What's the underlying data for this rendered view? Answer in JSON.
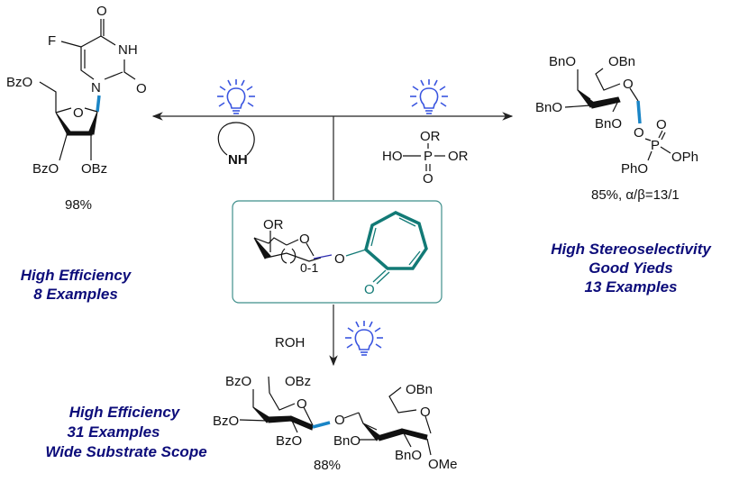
{
  "scheme": {
    "colors": {
      "highlight_bond": "#1a85c6",
      "tropolone": "#127a76",
      "bulb": "#3a55e0",
      "notes": "#0c0c7a"
    },
    "center": {
      "substituent_top": "OR",
      "ring_size_label": "0-1",
      "ring_O": "O",
      "link_O": "O",
      "carbonyl_O": "O"
    },
    "left_branch": {
      "reagent_label": "NH",
      "condition_icon": "light-bulb-icon",
      "product_labels": {
        "F": "F",
        "O_top": "O",
        "NH": "NH",
        "O_right": "O",
        "N": "N",
        "ring_O": "O",
        "BzO_top": "BzO",
        "BzO_bottom": "BzO",
        "OBz": "OBz"
      },
      "yield": "98%",
      "notes": [
        "High Efficiency",
        "8 Examples"
      ]
    },
    "right_branch": {
      "reagent_labels": {
        "OR_top": "OR",
        "HO": "HO",
        "P": "P",
        "OR_right": "OR",
        "O_bottom": "O"
      },
      "condition_icon": "light-bulb-icon",
      "product_labels": {
        "BnO_top": "BnO",
        "OBn": "OBn",
        "ring_O": "O",
        "BnO_mid": "BnO",
        "BnO_low": "BnO",
        "O_link": "O",
        "P": "P",
        "O_dbl": "O",
        "PhO": "PhO",
        "OPh": "OPh"
      },
      "yield": "85%, α/β=13/1",
      "notes": [
        "High Stereoselectivity",
        "Good Yieds",
        "13 Examples"
      ]
    },
    "bottom_branch": {
      "reagent_label": "ROH",
      "condition_icon": "light-bulb-icon",
      "product_labels": {
        "BzO_top": "BzO",
        "OBz": "OBz",
        "ring_O1": "O",
        "BzO_mid": "BzO",
        "BzO_low": "BzO",
        "O_link": "O",
        "OBn_top": "OBn",
        "ring_O2": "O",
        "BnO_mid": "BnO",
        "BnO_low": "BnO",
        "OMe": "OMe"
      },
      "yield": "88%",
      "notes": [
        "High Efficiency",
        "31 Examples",
        "Wide Substrate Scope"
      ]
    }
  }
}
